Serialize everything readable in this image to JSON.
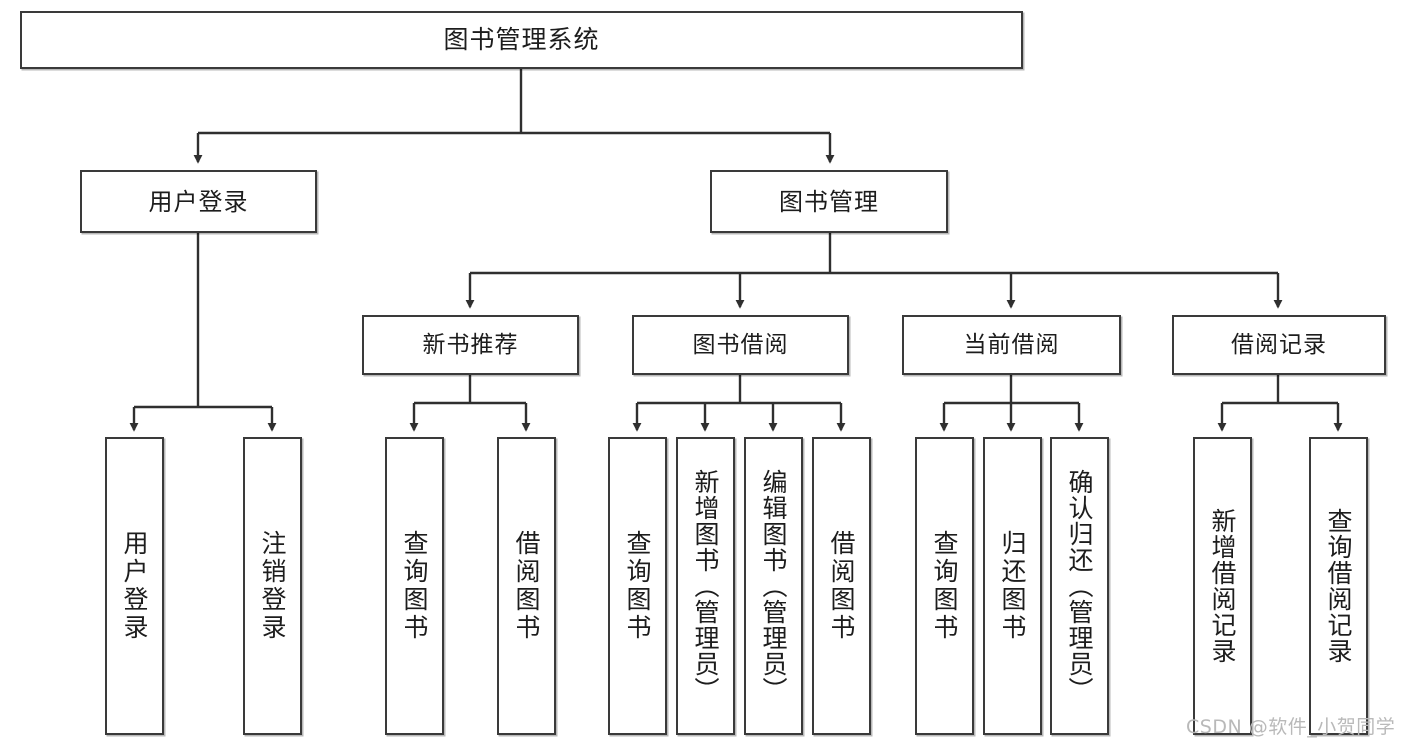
{
  "diagram": {
    "title": "图书管理系统",
    "type": "hierarchy-tree",
    "watermark": "CSDN @软件_小贺同学",
    "colors": {
      "box_border": "#3a3a3a",
      "box_fill": "#ffffff",
      "edge": "#2f2f2f",
      "text": "#1d1d1d",
      "watermark": "#b9b9b9"
    },
    "root": {
      "label": "图书管理系统"
    },
    "level2": [
      {
        "label": "用户登录"
      },
      {
        "label": "图书管理"
      }
    ],
    "level3": [
      {
        "label": "新书推荐"
      },
      {
        "label": "图书借阅"
      },
      {
        "label": "当前借阅"
      },
      {
        "label": "借阅记录"
      }
    ],
    "leaves": {
      "user_login": [
        {
          "label": "用户登录"
        },
        {
          "label": "注销登录"
        }
      ],
      "new_book": [
        {
          "label": "查询图书"
        },
        {
          "label": "借阅图书"
        }
      ],
      "book_borrow": [
        {
          "label": "查询图书"
        },
        {
          "label": "新增图书（管理员）"
        },
        {
          "label": "编辑图书（管理员）"
        },
        {
          "label": "借阅图书"
        }
      ],
      "current_borrow": [
        {
          "label": "查询图书"
        },
        {
          "label": "归还图书"
        },
        {
          "label": "确认归还（管理员）"
        }
      ],
      "borrow_record": [
        {
          "label": "新增借阅记录"
        },
        {
          "label": "查询借阅记录"
        }
      ]
    }
  }
}
